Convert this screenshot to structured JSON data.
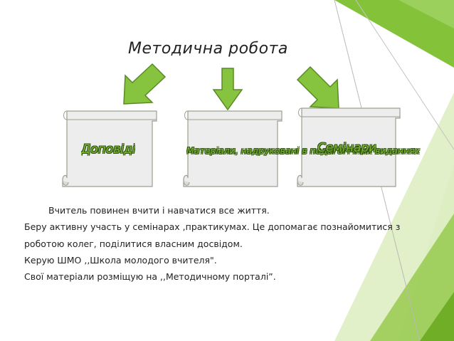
{
  "slide": {
    "title": "Методична робота",
    "boxes": [
      {
        "label": "Доповіді"
      },
      {
        "label": "Матеріали, надруковані в педагогічних виданнях"
      },
      {
        "label": "Семінари"
      }
    ],
    "paragraphs": [
      "Вчитель повинен вчити і навчатися все життя.",
      "Беру активну участь у семінарах ,практикумах. Це допомагає познайомитися з",
      "роботою колег, поділитися власним досвідом.",
      "Керую ШМО ,,Школа молодого вчителя\".",
      "Свої матеріали розміщую на ,,Методичному порталі”."
    ]
  },
  "colors": {
    "accent": "#8dc63f",
    "arrow_fill": "#86c440",
    "arrow_stroke": "#5a8a24",
    "scroll_fill": "#ededed",
    "label_green": "#7ab830"
  },
  "icons": [
    "arrow-down-left-icon",
    "arrow-down-icon",
    "arrow-down-right-icon",
    "scroll-icon"
  ]
}
